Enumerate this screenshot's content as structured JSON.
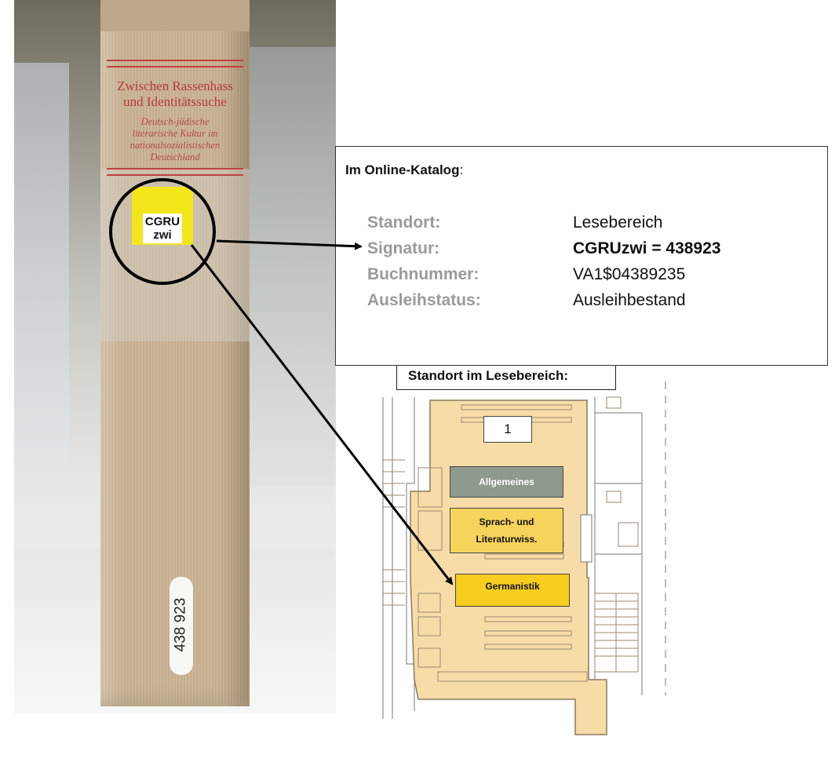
{
  "book": {
    "title_line1": "Zwischen Rassenhass",
    "title_line2": "und Identitätssuche",
    "subtitle_line1": "Deutsch-jüdische",
    "subtitle_line2": "literarische Kultur im",
    "subtitle_line3": "nationalsozialistischen",
    "subtitle_line4": "Deutschland",
    "label_line1": "CGRU",
    "label_line2": "zwi",
    "barcode_number": "438 923"
  },
  "catalog": {
    "heading": "Im Online-Katalog",
    "heading_suffix": ":",
    "rows": [
      {
        "key": "Standort:",
        "value": "Lesebereich"
      },
      {
        "key": "Signatur:",
        "value": "CGRUzwi = 438923"
      },
      {
        "key": "Buchnummer:",
        "value": "VA1$04389235"
      },
      {
        "key": "Ausleihstatus:",
        "value": "Ausleihbestand"
      }
    ]
  },
  "floorplan": {
    "heading": "Standort im Lesebereich:",
    "area_number": "1",
    "zones": [
      {
        "label": "Allgemeines",
        "color": "#8e9a8b",
        "text_color": "#ffffff"
      },
      {
        "label": "Sprach- und Literaturwiss.",
        "color": "#f6d35a",
        "text_color": "#111111"
      },
      {
        "label": "Germanistik",
        "color": "#f8ce1e",
        "text_color": "#111111"
      }
    ],
    "floor_color": "#f8dca8"
  }
}
